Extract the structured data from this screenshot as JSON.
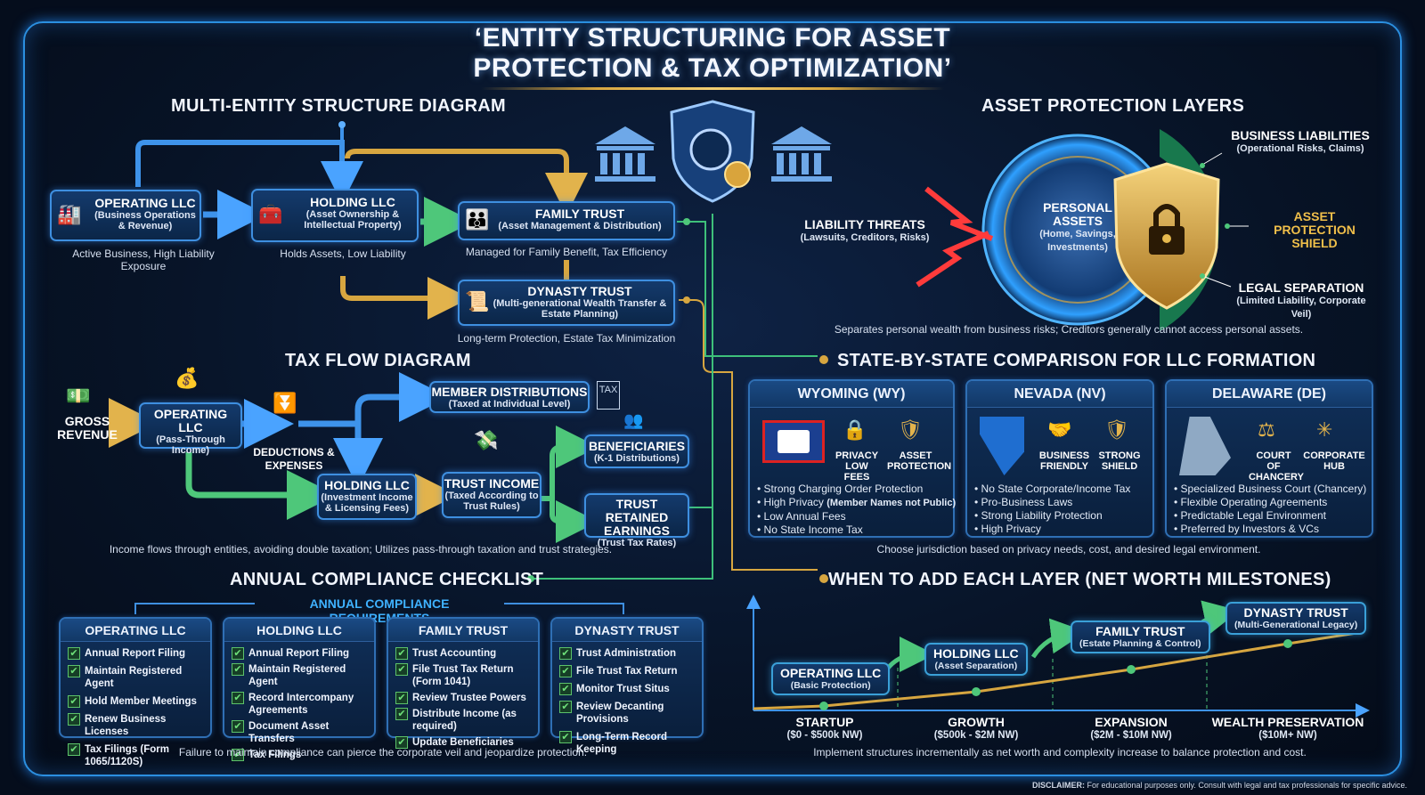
{
  "title": "‘ENTITY STRUCTURING FOR ASSET PROTECTION & TAX OPTIMIZATION’",
  "sections": {
    "structure": "MULTI-ENTITY STRUCTURE DIAGRAM",
    "protection": "ASSET PROTECTION LAYERS",
    "tax": "TAX FLOW DIAGRAM",
    "state": "STATE-BY-STATE COMPARISON FOR LLC FORMATION",
    "compliance": "ANNUAL COMPLIANCE CHECKLIST",
    "milestones": "WHEN TO ADD EACH LAYER (NET WORTH MILESTONES)"
  },
  "structure": {
    "operating": {
      "title": "OPERATING LLC",
      "sub": "(Business Operations & Revenue)",
      "caption": "Active Business, High Liability Exposure"
    },
    "holding": {
      "title": "HOLDING LLC",
      "sub": "(Asset Ownership & Intellectual Property)",
      "caption": "Holds Assets, Low Liability"
    },
    "family": {
      "title": "FAMILY TRUST",
      "sub": "(Asset Management & Distribution)",
      "caption": "Managed for Family Benefit, Tax Efficiency"
    },
    "dynasty": {
      "title": "DYNASTY TRUST",
      "sub": "(Multi-generational Wealth Transfer & Estate Planning)",
      "caption": "Long-term Protection, Estate Tax Minimization"
    }
  },
  "protection": {
    "threats": {
      "title": "LIABILITY THREATS",
      "sub": "(Lawsuits, Creditors, Risks)"
    },
    "personal": {
      "title": "PERSONAL ASSETS",
      "sub": "(Home, Savings, Investments)"
    },
    "business": {
      "title": "BUSINESS LIABILITIES",
      "sub": "(Operational Risks, Claims)"
    },
    "shield": "ASSET PROTECTION SHIELD",
    "legal": {
      "title": "LEGAL SEPARATION",
      "sub": "(Limited Liability, Corporate Veil)"
    },
    "caption": "Separates personal wealth from business risks; Creditors generally cannot access personal assets."
  },
  "tax": {
    "gross": "GROSS REVENUE",
    "operating": {
      "title": "OPERATING LLC",
      "sub": "(Pass-Through Income)"
    },
    "deductions": "DEDUCTIONS & EXPENSES",
    "member": {
      "title": "MEMBER DISTRIBUTIONS",
      "sub": "(Taxed at Individual Level)"
    },
    "holding": {
      "title": "HOLDING LLC",
      "sub": "(Investment Income & Licensing Fees)"
    },
    "trust_income": {
      "title": "TRUST INCOME",
      "sub": "(Taxed According to Trust Rules)"
    },
    "beneficiaries": {
      "title": "BENEFICIARIES",
      "sub": "(K-1 Distributions)"
    },
    "retained": {
      "title": "TRUST RETAINED EARNINGS",
      "sub": "(Trust Tax Rates)"
    },
    "tax_icon": "TAX",
    "caption": "Income flows through entities, avoiding double taxation; Utilizes pass-through taxation and trust strategies."
  },
  "states": [
    {
      "name": "WYOMING (WY)",
      "icons": [
        "PRIVACY LOW FEES",
        "ASSET PROTECTION"
      ],
      "bullets": [
        "Strong Charging Order Protection",
        "High Privacy",
        "Low Annual Fees",
        "No State Income Tax"
      ],
      "bullet2_extra": "(Member Names not Public)"
    },
    {
      "name": "NEVADA (NV)",
      "icons": [
        "BUSINESS FRIENDLY",
        "STRONG SHIELD"
      ],
      "bullets": [
        "No State Corporate/Income Tax",
        "Pro-Business Laws",
        "Strong Liability Protection",
        "High Privacy"
      ]
    },
    {
      "name": "DELAWARE (DE)",
      "icons": [
        "COURT OF CHANCERY",
        "CORPORATE HUB"
      ],
      "bullets": [
        "Specialized Business Court (Chancery)",
        "Flexible Operating Agreements",
        "Predictable Legal Environment",
        "Preferred by Investors & VCs"
      ]
    }
  ],
  "state_caption": "Choose jurisdiction based on privacy needs, cost, and desired legal environment.",
  "compliance": {
    "banner": "ANNUAL COMPLIANCE REQUIREMENTS",
    "columns": [
      {
        "title": "OPERATING LLC",
        "items": [
          "Annual Report Filing",
          "Maintain Registered Agent",
          "Hold Member Meetings",
          "Renew Business Licenses",
          "Tax Filings (Form 1065/1120S)"
        ]
      },
      {
        "title": "HOLDING LLC",
        "items": [
          "Annual Report Filing",
          "Maintain Registered Agent",
          "Record Intercompany Agreements",
          "Document Asset Transfers",
          "Tax Filings"
        ]
      },
      {
        "title": "FAMILY TRUST",
        "items": [
          "Trust Accounting",
          "File Trust Tax Return (Form 1041)",
          "Review Trustee Powers",
          "Distribute Income (as required)",
          "Update Beneficiaries"
        ]
      },
      {
        "title": "DYNASTY TRUST",
        "items": [
          "Trust Administration",
          "File Trust Tax Return",
          "Monitor Trust Situs",
          "Review Decanting Provisions",
          "Long-Term Record Keeping"
        ]
      }
    ],
    "caption": "Failure to maintain compliance can pierce the corporate veil and jeopardize protection."
  },
  "milestones": {
    "boxes": [
      {
        "title": "OPERATING LLC",
        "sub": "(Basic Protection)"
      },
      {
        "title": "HOLDING LLC",
        "sub": "(Asset Separation)"
      },
      {
        "title": "FAMILY TRUST",
        "sub": "(Estate Planning & Control)"
      },
      {
        "title": "DYNASTY TRUST",
        "sub": "(Multi-Generational Legacy)"
      }
    ],
    "stages": [
      {
        "title": "STARTUP",
        "sub": "($0 - $500k NW)"
      },
      {
        "title": "GROWTH",
        "sub": "($500k - $2M NW)"
      },
      {
        "title": "EXPANSION",
        "sub": "($2M - $10M NW)"
      },
      {
        "title": "WEALTH PRESERVATION",
        "sub": "($10M+ NW)"
      }
    ],
    "caption": "Implement structures incrementally as net worth and complexity increase to balance protection and cost."
  },
  "disclaimer": {
    "label": "DISCLAIMER:",
    "text": "For educational purposes only. Consult with legal and tax professionals for specific advice."
  },
  "colors": {
    "blue": "#3e8fe0",
    "gold": "#d7a640",
    "green": "#4ec77a",
    "red": "#e0303a"
  }
}
